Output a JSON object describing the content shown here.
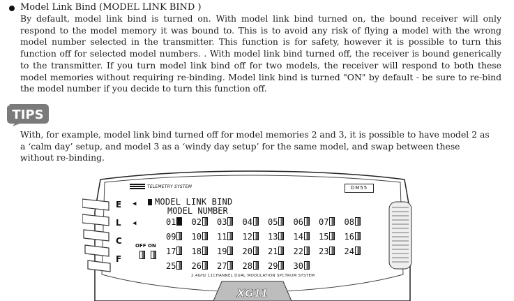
{
  "section": {
    "heading": "Model Link Bind (MODEL LINK BIND )",
    "body": "By default, model link bind is turned on. With model link bind turned on, the bound receiver will only respond to the model memory it was bound to. This is to avoid any risk of flying a model with the wrong model number selected in the transmitter. This function is for safety, however it is possible to turn this function off for selected model numbers. . With model link bind turned off, the receiver is bound generically to the transmitter. If you turn model link bind off for two models, the receiver will respond to both these model memories without requiring re-binding. Model link bind is turned \"ON\" by default - be sure to re-bind the model number if you decide to turn this function off."
  },
  "tips": {
    "badge": "TIPS",
    "text": "With, for example, model link bind turned off for model memories 2 and 3, it is possible to have model 2 as a ‘calm day’ setup, and model 3 as a ‘windy day setup’ for the same model, and swap between these without re-binding.",
    "trailing": "."
  },
  "device": {
    "brand_text": "TELEMETRY SYSTEM",
    "model_badge": "DM55",
    "side_letters": [
      "E",
      "L",
      "C",
      "F"
    ],
    "lcd_title": "MODEL LINK BIND",
    "lcd_subtitle": "MODEL NUMBER",
    "off_label": "OFF",
    "on_label": "ON",
    "bottom_caption": "2.4GHz 11CHANNEL DUAL MODULATION SPCTRUM SYSTEM",
    "nameplate": "XG11",
    "models": [
      {
        "num": "01",
        "selected": true
      },
      {
        "num": "02",
        "selected": false
      },
      {
        "num": "03",
        "selected": false
      },
      {
        "num": "04",
        "selected": false
      },
      {
        "num": "05",
        "selected": false
      },
      {
        "num": "06",
        "selected": false
      },
      {
        "num": "07",
        "selected": false
      },
      {
        "num": "08",
        "selected": false
      },
      {
        "num": "09",
        "selected": false
      },
      {
        "num": "10",
        "selected": false
      },
      {
        "num": "11",
        "selected": false
      },
      {
        "num": "12",
        "selected": false
      },
      {
        "num": "13",
        "selected": false
      },
      {
        "num": "14",
        "selected": false
      },
      {
        "num": "15",
        "selected": false
      },
      {
        "num": "16",
        "selected": false
      },
      {
        "num": "17",
        "selected": false
      },
      {
        "num": "18",
        "selected": false
      },
      {
        "num": "19",
        "selected": false
      },
      {
        "num": "20",
        "selected": false
      },
      {
        "num": "21",
        "selected": false
      },
      {
        "num": "22",
        "selected": false
      },
      {
        "num": "23",
        "selected": false
      },
      {
        "num": "24",
        "selected": false
      },
      {
        "num": "25",
        "selected": false
      },
      {
        "num": "26",
        "selected": false
      },
      {
        "num": "27",
        "selected": false
      },
      {
        "num": "28",
        "selected": false
      },
      {
        "num": "29",
        "selected": false
      },
      {
        "num": "30",
        "selected": false
      }
    ]
  }
}
